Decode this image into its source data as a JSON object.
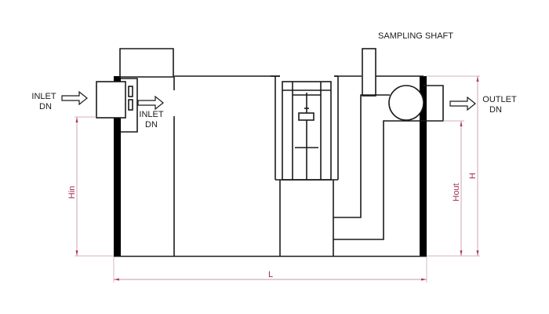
{
  "labels": {
    "inlet_outer_line1": "INLET",
    "inlet_outer_line2": "DN",
    "inlet_inner_line1": "INLET",
    "inlet_inner_line2": "DN",
    "outlet_line1": "OUTLET",
    "outlet_line2": "DN",
    "sampling_shaft": "SAMPLING SHAFT"
  },
  "dimensions": {
    "length": "L",
    "height": "H",
    "height_inlet": "Hin",
    "height_outlet": "Hout"
  },
  "colors": {
    "line": "#1a1a1a",
    "wall": "#000000",
    "dimension_line": "#c79aa6",
    "dimension_text": "#9b2d4c",
    "background": "#ffffff"
  }
}
